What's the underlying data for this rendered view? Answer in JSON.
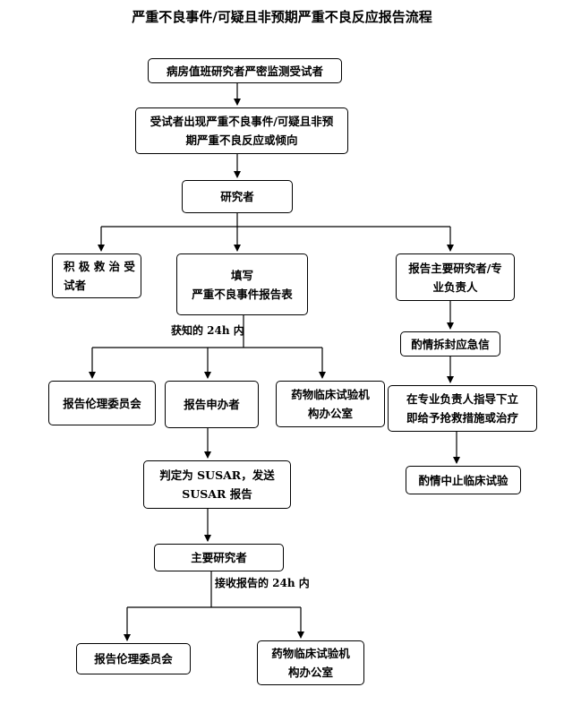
{
  "title": "严重不良事件/可疑且非预期严重不良反应报告流程",
  "nodes": {
    "monitor": "病房值班研究者严密监测受试者",
    "occur_line1": "受试者出现严重不良事件/可疑且非预",
    "occur_line2": "期严重不良反应或倾向",
    "researcher": "研究者",
    "treat_line1": "积 极 救 治 受",
    "treat_line2": "试者",
    "fill_line1": "填写",
    "fill_line2": "严重不良事件报告表",
    "report_pi_line1": "报告主要研究者/专",
    "report_pi_line2": "业负责人",
    "unblind": "酌情拆封应急信",
    "rescue_line1": "在专业负责人指导下立",
    "rescue_line2": "即给予抢救措施或治疗",
    "stop_trial": "酌情中止临床试验",
    "ethics1": "报告伦理委员会",
    "sponsor": "报告申办者",
    "office1_line1": "药物临床试验机",
    "office1_line2": "构办公室",
    "susar_line1": "判定为 SUSAR，发送",
    "susar_line2": "SUSAR 报告",
    "pi": "主要研究者",
    "ethics2": "报告伦理委员会",
    "office2_line1": "药物临床试验机",
    "office2_line2": "构办公室"
  },
  "labels": {
    "within24h": "获知的 24h 内",
    "receive24h": "接收报告的 24h 内"
  }
}
